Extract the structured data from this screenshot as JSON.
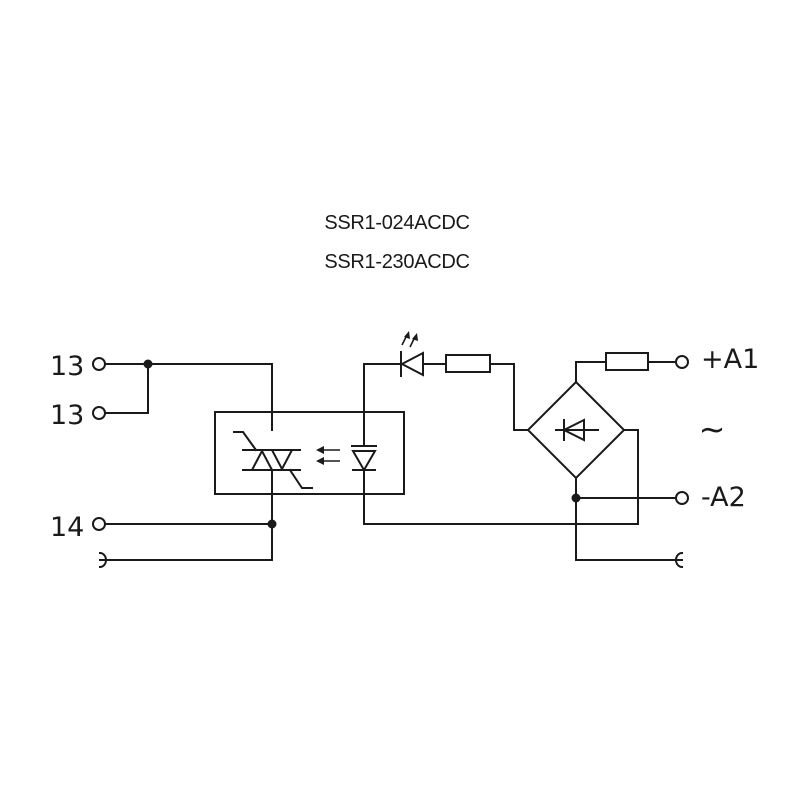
{
  "models": [
    "SSR1-024ACDC",
    "SSR1-230ACDC"
  ],
  "terminals": {
    "t13_top": "13",
    "t13_bottom": "13",
    "t14": "14",
    "plus_a1": "+A1",
    "minus_a2": "-A2"
  },
  "ac_symbol": "~",
  "colors": {
    "line": "#1a1a1a",
    "background": "#ffffff"
  }
}
